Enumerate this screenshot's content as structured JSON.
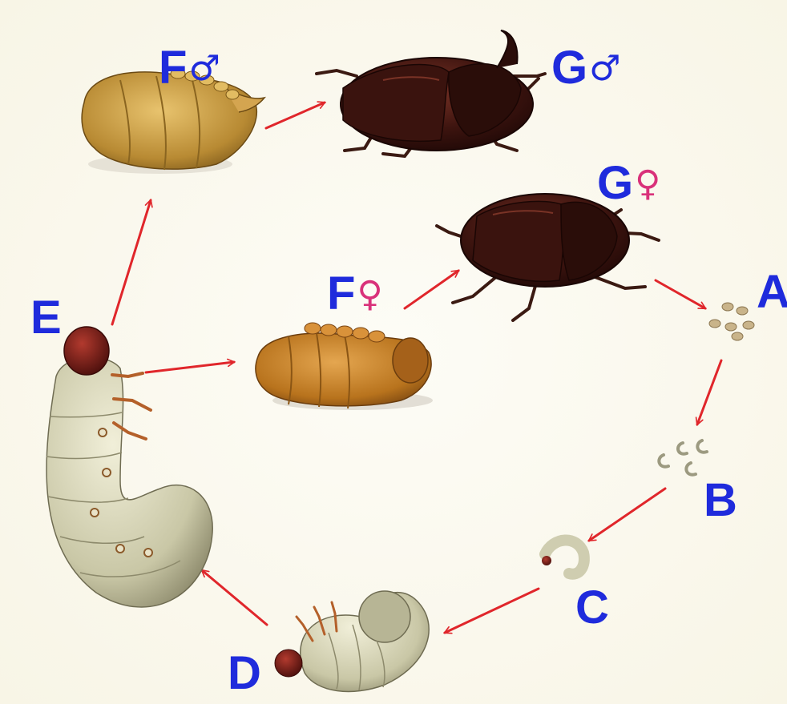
{
  "colors": {
    "label": "#1f2bdc",
    "male_symbol": "#1f2bdc",
    "female_symbol": "#d9317a",
    "arrow": "#e0262b",
    "beetle_body": "#4a1a14",
    "pupa_male": "#c79a3c",
    "pupa_female": "#c27a22",
    "larva": "#d8d6b8",
    "larva_head": "#7a1c1c"
  },
  "stages": [
    {
      "id": "A",
      "letter": "A",
      "symbol": "",
      "name": "eggs"
    },
    {
      "id": "B",
      "letter": "B",
      "symbol": "",
      "name": "hatchlings"
    },
    {
      "id": "C",
      "letter": "C",
      "symbol": "",
      "name": "young larva"
    },
    {
      "id": "D",
      "letter": "D",
      "symbol": "",
      "name": "larva"
    },
    {
      "id": "E",
      "letter": "E",
      "symbol": "",
      "name": "mature larva"
    },
    {
      "id": "F_male",
      "letter": "F",
      "symbol": "♂",
      "name": "male pupa"
    },
    {
      "id": "F_female",
      "letter": "F",
      "symbol": "♀",
      "name": "female pupa"
    },
    {
      "id": "G_male",
      "letter": "G",
      "symbol": "♂",
      "name": "male beetle"
    },
    {
      "id": "G_female",
      "letter": "G",
      "symbol": "♀",
      "name": "female beetle"
    }
  ],
  "labels": {
    "A": "A",
    "B": "B",
    "C": "C",
    "D": "D",
    "E": "E",
    "F_male": "F",
    "F_female": "F",
    "G_male": "G",
    "G_female": "G",
    "male": "♂",
    "female": "♀"
  }
}
